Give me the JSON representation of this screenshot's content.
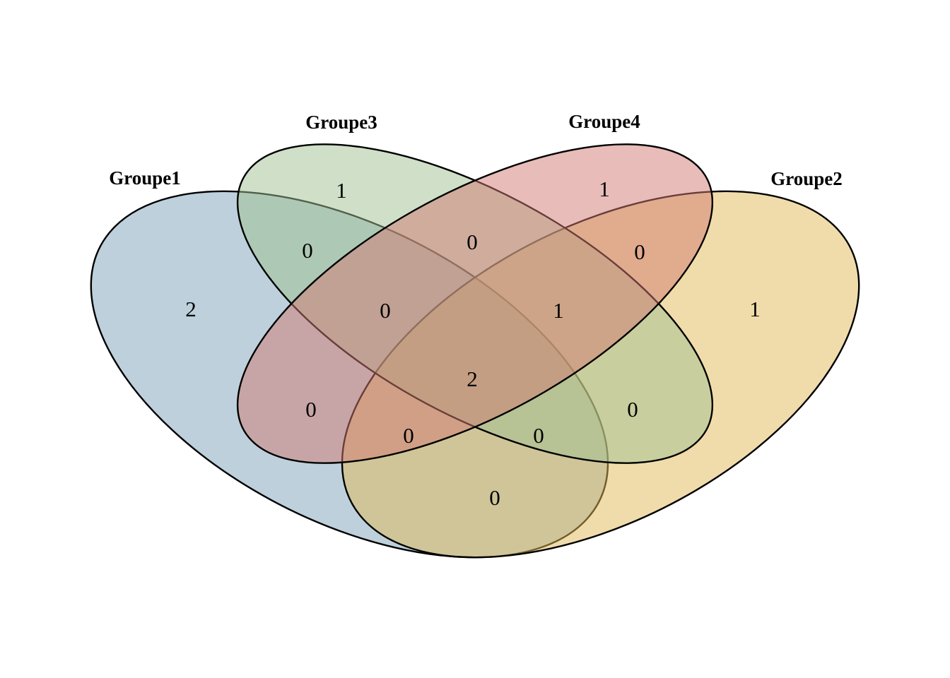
{
  "venn": {
    "background_color": "#ffffff",
    "outline_color": "#000000",
    "sets": [
      {
        "name": "Groupe1",
        "color": "#7ba1b7"
      },
      {
        "name": "Groupe2",
        "color": "#e1b957"
      },
      {
        "name": "Groupe3",
        "color": "#9fbf91"
      },
      {
        "name": "Groupe4",
        "color": "#d17971"
      }
    ]
  },
  "chart_data": {
    "type": "venn",
    "title": "",
    "sets": [
      "Groupe1",
      "Groupe2",
      "Groupe3",
      "Groupe4"
    ],
    "regions": [
      {
        "sets": [
          "Groupe1"
        ],
        "count": 2
      },
      {
        "sets": [
          "Groupe2"
        ],
        "count": 1
      },
      {
        "sets": [
          "Groupe3"
        ],
        "count": 1
      },
      {
        "sets": [
          "Groupe4"
        ],
        "count": 1
      },
      {
        "sets": [
          "Groupe1",
          "Groupe3"
        ],
        "count": 0
      },
      {
        "sets": [
          "Groupe3",
          "Groupe4"
        ],
        "count": 0
      },
      {
        "sets": [
          "Groupe2",
          "Groupe4"
        ],
        "count": 0
      },
      {
        "sets": [
          "Groupe1",
          "Groupe4"
        ],
        "count": 0
      },
      {
        "sets": [
          "Groupe2",
          "Groupe3"
        ],
        "count": 0
      },
      {
        "sets": [
          "Groupe1",
          "Groupe2"
        ],
        "count": 0
      },
      {
        "sets": [
          "Groupe1",
          "Groupe3",
          "Groupe4"
        ],
        "count": 0
      },
      {
        "sets": [
          "Groupe2",
          "Groupe3",
          "Groupe4"
        ],
        "count": 1
      },
      {
        "sets": [
          "Groupe1",
          "Groupe2",
          "Groupe4"
        ],
        "count": 0
      },
      {
        "sets": [
          "Groupe1",
          "Groupe2",
          "Groupe3"
        ],
        "count": 0
      },
      {
        "sets": [
          "Groupe1",
          "Groupe2",
          "Groupe3",
          "Groupe4"
        ],
        "count": 2
      }
    ]
  }
}
